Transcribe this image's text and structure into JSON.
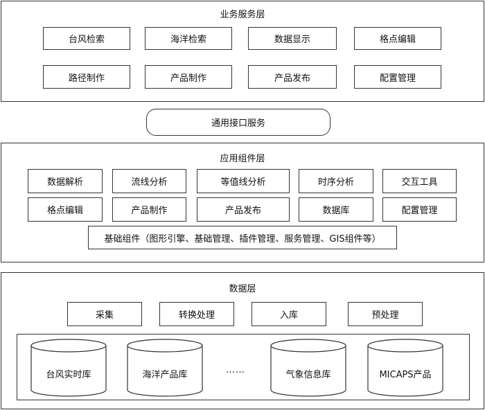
{
  "business_layer": {
    "title": "业务服务层",
    "row1": [
      "台风检索",
      "海洋检索",
      "数据显示",
      "格点编辑"
    ],
    "row2": [
      "路径制作",
      "产品制作",
      "产品发布",
      "配置管理"
    ]
  },
  "interface": {
    "label": "通用接口服务"
  },
  "component_layer": {
    "title": "应用组件层",
    "row1": [
      "数据解析",
      "流线分析",
      "等值线分析",
      "时序分析",
      "交互工具"
    ],
    "row2": [
      "格点编辑",
      "产品制作",
      "产品发布",
      "数据库",
      "配置管理"
    ],
    "foundation": "基础组件（图形引擎、基础管理、插件管理、服务管理、GIS组件等）"
  },
  "data_layer": {
    "title": "数据层",
    "processes": [
      "采集",
      "转换处理",
      "入库",
      "预处理"
    ],
    "databases": [
      "台风实时库",
      "海洋产品库",
      "气象信息库",
      "MICAPS产品"
    ],
    "ellipsis": "……"
  }
}
